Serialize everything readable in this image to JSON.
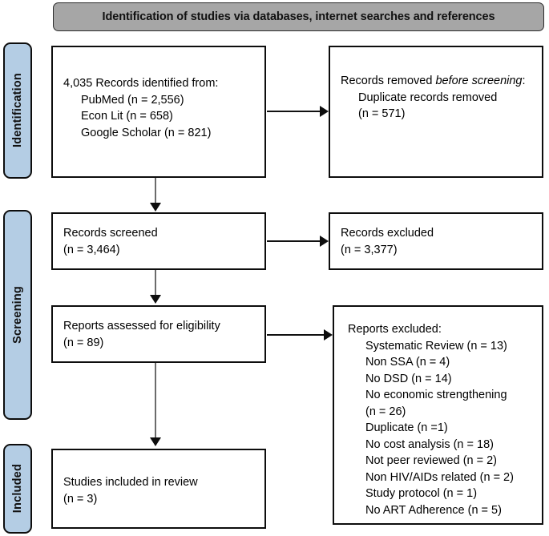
{
  "header": {
    "title": "Identification of studies via databases, internet searches and references"
  },
  "stages": [
    {
      "id": "identification",
      "label": "Identification"
    },
    {
      "id": "screening",
      "label": "Screening"
    },
    {
      "id": "included",
      "label": "Included"
    }
  ],
  "colors": {
    "stage_fill": "#b4cde4",
    "header_fill": "#a6a6a6",
    "box_fill": "#ffffff",
    "border": "#0d0d0d",
    "connector": "#555555"
  },
  "boxes": {
    "identified": {
      "title": "4,035 Records identified from:",
      "items": [
        "PubMed (n = 2,556)",
        "Econ Lit (n = 658)",
        "Google Scholar (n = 821)"
      ]
    },
    "removed": {
      "title_pre": "Records removed ",
      "title_italic": "before screening",
      "title_post": ":",
      "items": [
        "Duplicate records removed",
        "(n = 571)"
      ]
    },
    "screened": {
      "title": "Records screened",
      "count": "(n = 3,464)"
    },
    "excluded": {
      "title": "Records excluded",
      "count": "(n = 3,377)"
    },
    "eligibility": {
      "title": "Reports assessed for eligibility",
      "count": "(n = 89)"
    },
    "reports_excluded": {
      "title": "Reports excluded:",
      "items": [
        "Systematic Review (n = 13)",
        "Non SSA (n = 4)",
        "No DSD (n = 14)",
        "No economic strengthening",
        "(n = 26)",
        "Duplicate (n =1)",
        "No cost analysis (n = 18)",
        "Not peer reviewed (n = 2)",
        "Non HIV/AIDs related (n = 2)",
        "Study protocol (n = 1)",
        "No ART Adherence (n = 5)"
      ]
    },
    "included": {
      "title": "Studies included in review",
      "count": "(n = 3)"
    }
  },
  "connectors": [
    {
      "id": "identified-to-removed",
      "direction": "horizontal"
    },
    {
      "id": "screened-to-excluded",
      "direction": "horizontal"
    },
    {
      "id": "eligibility-to-reports-excluded",
      "direction": "horizontal"
    },
    {
      "id": "identified-to-screened",
      "direction": "vertical"
    },
    {
      "id": "screened-to-eligibility",
      "direction": "vertical"
    },
    {
      "id": "eligibility-to-included",
      "direction": "vertical"
    }
  ]
}
